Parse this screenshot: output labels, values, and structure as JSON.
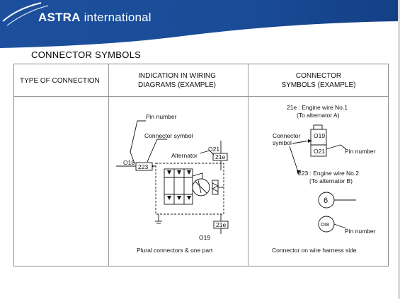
{
  "brand": {
    "name_bold": "ASTRA",
    "name_light": "international"
  },
  "title": "CONNECTOR SYMBOLS",
  "table": {
    "headers": {
      "col1": "TYPE OF CONNECTION",
      "col2_line1": "INDICATION IN WIRING",
      "col2_line2": "DIAGRAMS (EXAMPLE)",
      "col3_line1": "CONNECTOR",
      "col3_line2": "SYMBOLS (EXAMPLE)"
    },
    "captions": {
      "col2": "Plural connectors & one part",
      "col3": "Connector on wire harness side"
    }
  },
  "wiring": {
    "pin_number": "Pin number",
    "connector_symbol": "Connector symbol",
    "alternator": "Alternator",
    "o21": "O21",
    "t21e_top": "21e",
    "o18": "O18",
    "t223": "223",
    "t21e_bottom": "21e",
    "o19": "O19"
  },
  "symbols": {
    "line1": "21e : Engine wire No.1",
    "line2": "(To alternator A)",
    "connector_line1": "Connector",
    "connector_line2": "symbol",
    "o19": "O19",
    "o21": "O21",
    "pin_number_1": "Pin number",
    "line3": "223 : Engine wire No.2",
    "line4": "(To alternator B)",
    "six": "6",
    "o18": "OI8",
    "pin_number_2": "Pin number"
  },
  "colors": {
    "banner": "#1b4f9c",
    "banner_dark": "#123f86",
    "swoosh": "#ffffff"
  }
}
